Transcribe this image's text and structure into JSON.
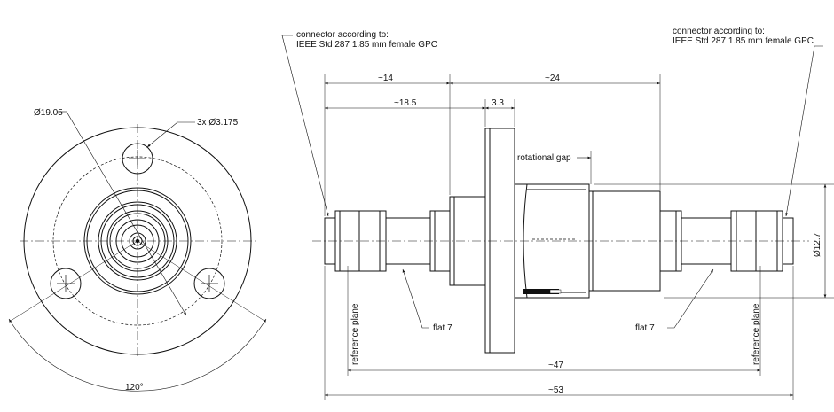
{
  "drawing": {
    "front_view": {
      "diameter_label": "Ø19.05",
      "holes_label": "3x Ø3.175",
      "angle_label": "120°"
    },
    "side_view": {
      "connector_left": {
        "line1": "connector according to:",
        "line2": "IEEE Std 287 1.85 mm female GPC"
      },
      "connector_right": {
        "line1": "connector according to:",
        "line2": "IEEE Std 287 1.85 mm female GPC"
      },
      "dim_14": "~14",
      "dim_24": "~24",
      "dim_18_5": "~18.5",
      "dim_3_3": "3.3",
      "rotational_gap": "rotational gap",
      "dim_12_7": "Ø12.7",
      "reference_plane_left": "reference plane",
      "reference_plane_right": "reference plane",
      "flat_left": "flat 7",
      "flat_right": "flat 7",
      "dim_47": "~47",
      "dim_53": "~53"
    }
  }
}
